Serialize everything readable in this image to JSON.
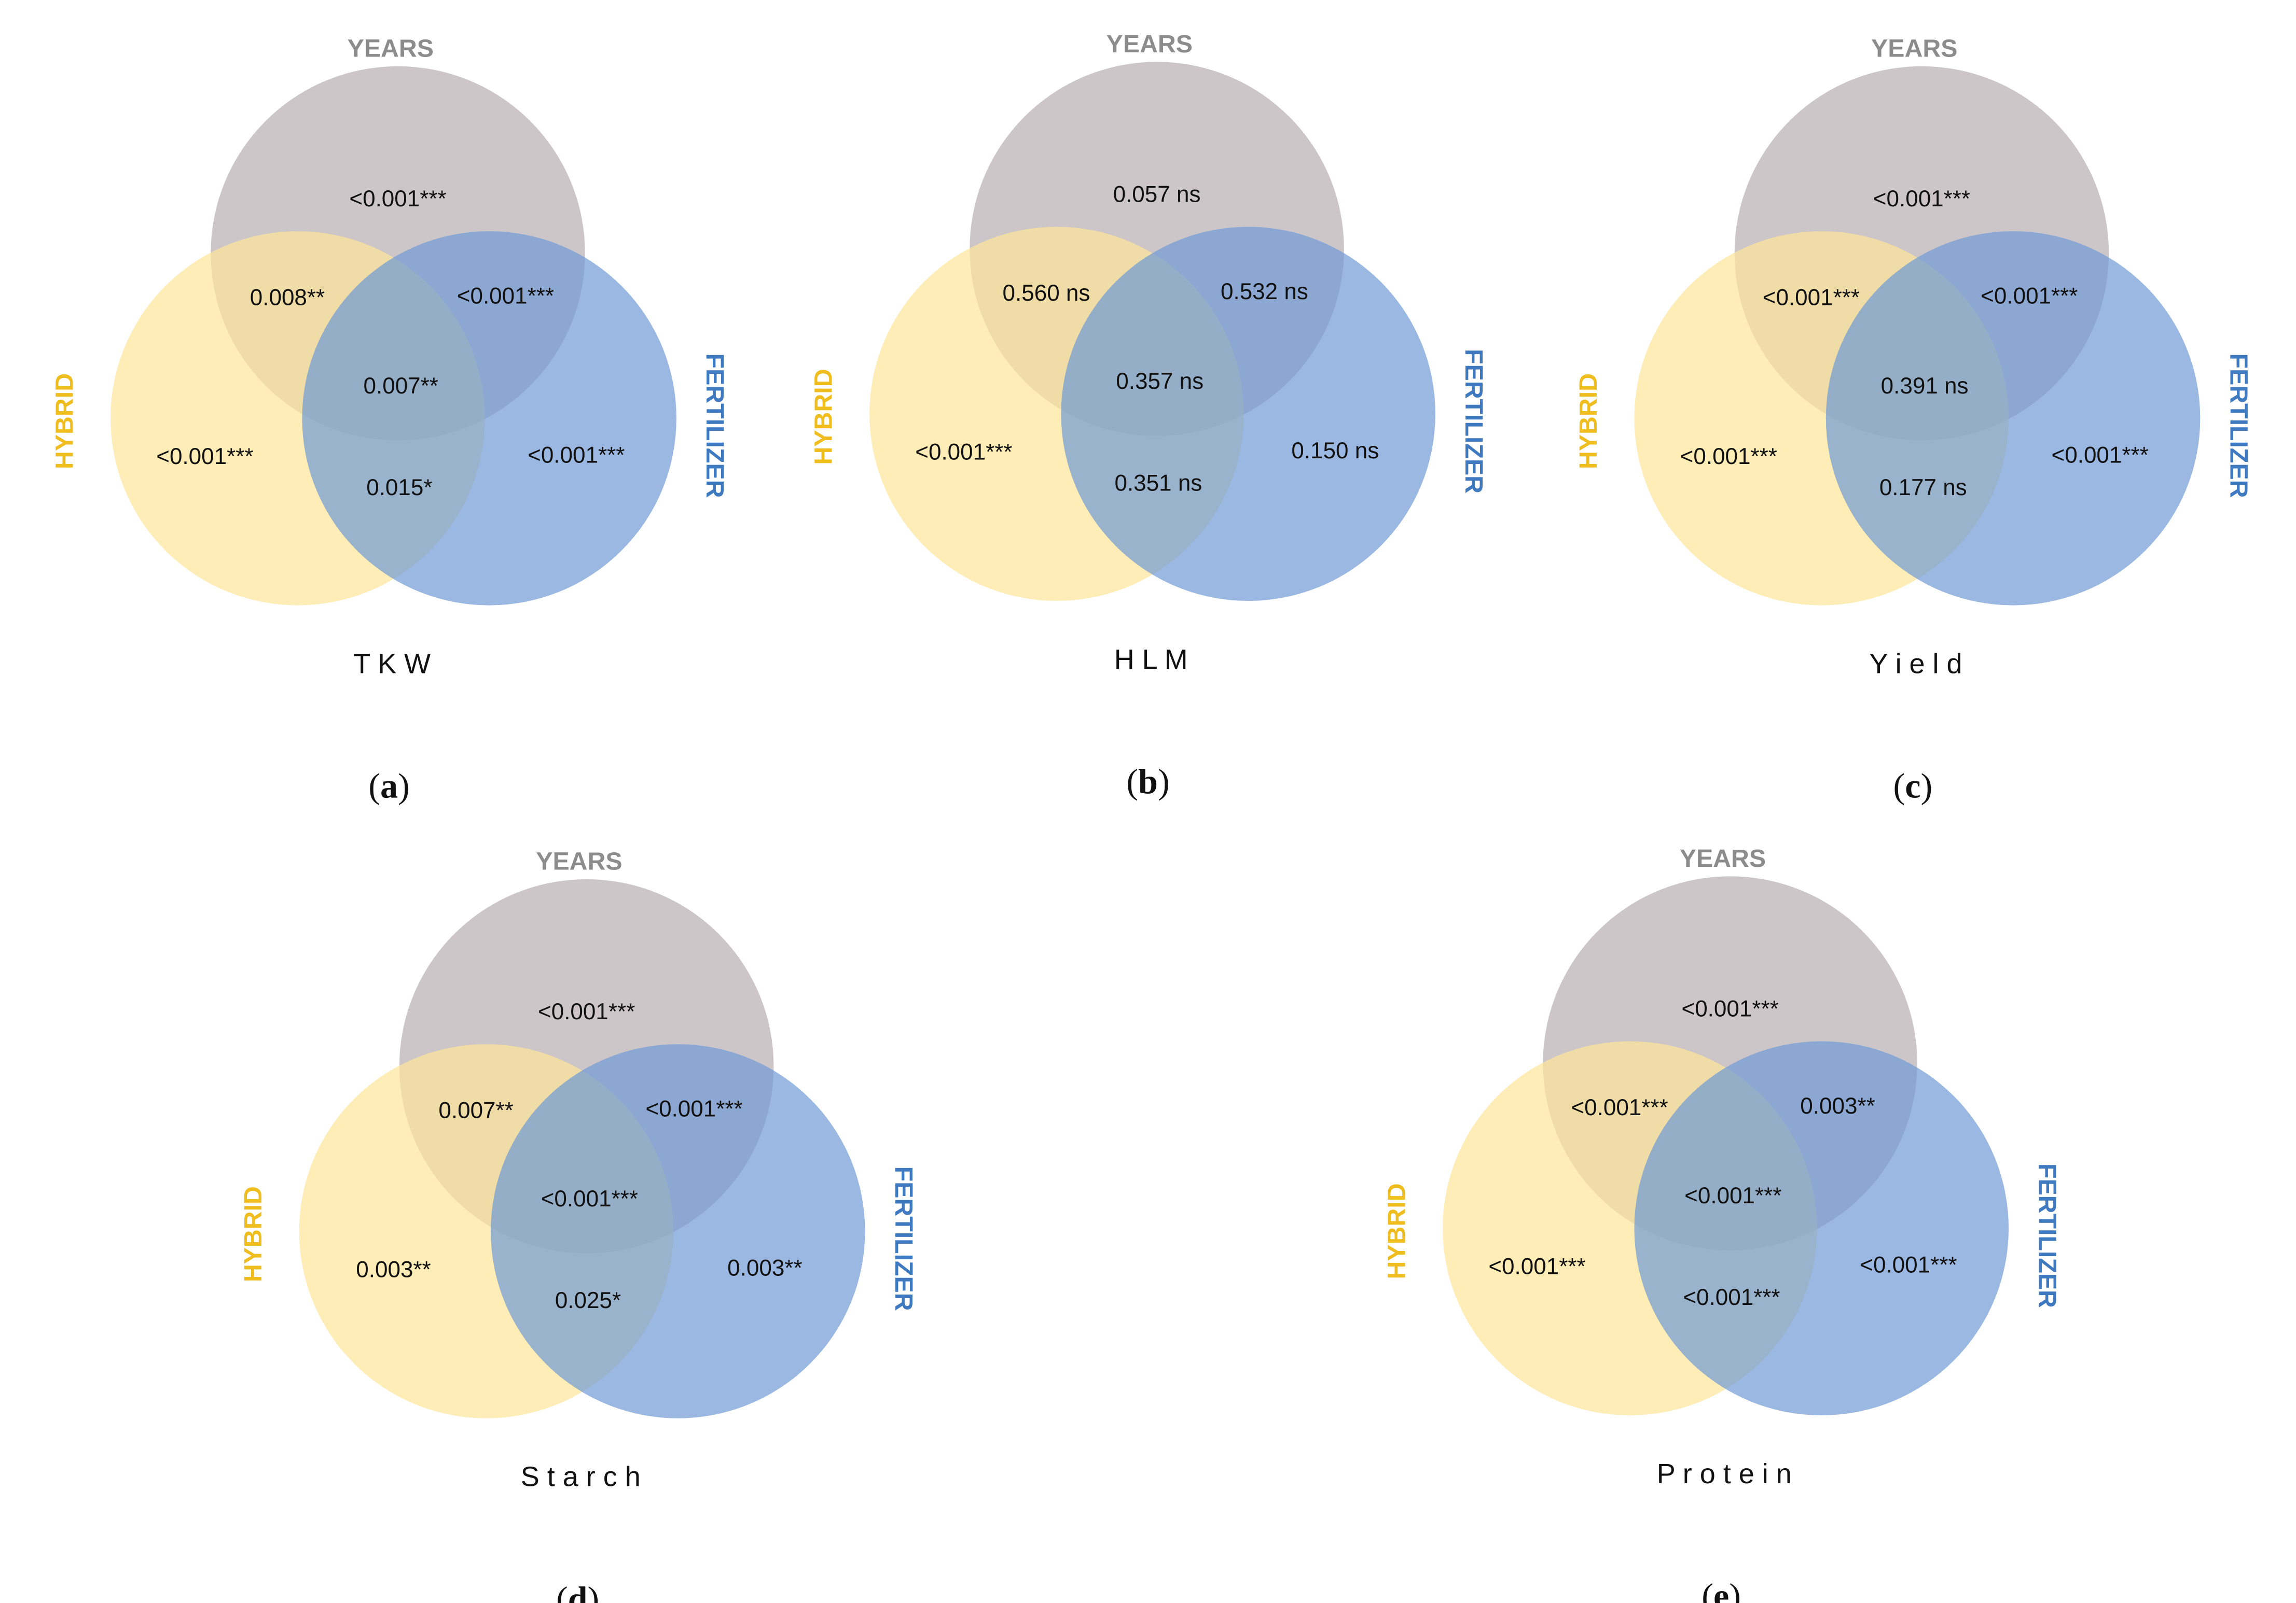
{
  "colors": {
    "years": "#c9c3c6",
    "hybrid": "#fde699",
    "fertilizer": "#6f9ad6",
    "years_label": "#8c8c8c",
    "hybrid_label": "#f0bd1e",
    "fertilizer_label": "#3f79bf",
    "text": "#111111"
  },
  "panels": [
    {
      "letter": "a",
      "trait": "T K W",
      "labels": {
        "years": "YEARS",
        "hybrid": "HYBRID",
        "fertilizer": "FERTILIZER"
      },
      "values": {
        "years": "<0.001***",
        "hybrid": "<0.001***",
        "fertilizer": "<0.001***",
        "years_hybrid": "0.008**",
        "years_fertilizer": "<0.001***",
        "hybrid_fertilizer": "0.015*",
        "all": "0.007**"
      }
    },
    {
      "letter": "b",
      "trait": "H L M",
      "labels": {
        "years": "YEARS",
        "hybrid": "HYBRID",
        "fertilizer": "FERTILIZER"
      },
      "values": {
        "years": "0.057 ns",
        "hybrid": "<0.001***",
        "fertilizer": "0.150 ns",
        "years_hybrid": "0.560 ns",
        "years_fertilizer": "0.532 ns",
        "hybrid_fertilizer": "0.351 ns",
        "all": "0.357 ns"
      }
    },
    {
      "letter": "c",
      "trait": "Y i e l d",
      "labels": {
        "years": "YEARS",
        "hybrid": "HYBRID",
        "fertilizer": "FERTILIZER"
      },
      "values": {
        "years": "<0.001***",
        "hybrid": "<0.001***",
        "fertilizer": "<0.001***",
        "years_hybrid": "<0.001***",
        "years_fertilizer": "<0.001***",
        "hybrid_fertilizer": "0.177 ns",
        "all": "0.391 ns"
      }
    },
    {
      "letter": "d",
      "trait": "S t a r c h",
      "labels": {
        "years": "YEARS",
        "hybrid": "HYBRID",
        "fertilizer": "FERTILIZER"
      },
      "values": {
        "years": "<0.001***",
        "hybrid": "0.003**",
        "fertilizer": "0.003**",
        "years_hybrid": "0.007**",
        "years_fertilizer": "<0.001***",
        "hybrid_fertilizer": "0.025*",
        "all": "<0.001***"
      }
    },
    {
      "letter": "e",
      "trait": "P r o t e i n",
      "labels": {
        "years": "YEARS",
        "hybrid": "HYBRID",
        "fertilizer": "FERTILIZER"
      },
      "values": {
        "years": "<0.001***",
        "hybrid": "<0.001***",
        "fertilizer": "<0.001***",
        "years_hybrid": "<0.001***",
        "years_fertilizer": "0.003**",
        "hybrid_fertilizer": "<0.001***",
        "all": "<0.001***"
      }
    }
  ]
}
